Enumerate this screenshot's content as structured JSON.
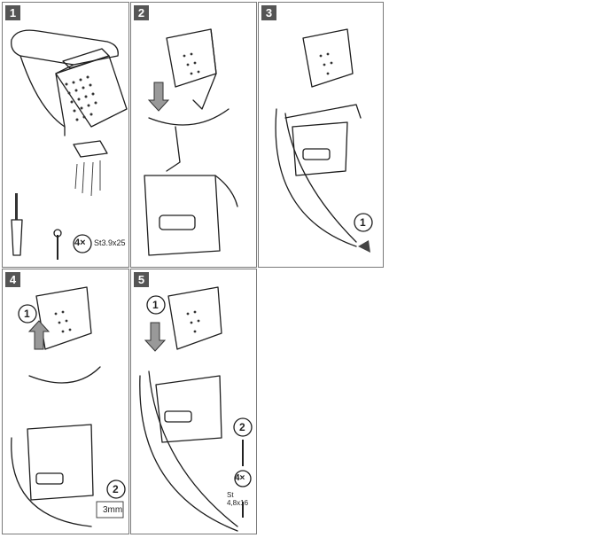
{
  "steps": [
    {
      "number": "1"
    },
    {
      "number": "2"
    },
    {
      "number": "3"
    },
    {
      "number": "4"
    },
    {
      "number": "5"
    }
  ],
  "step1": {
    "screw_count": "4×",
    "screw_spec": "St3.9x25"
  },
  "step3": {
    "callout": "1"
  },
  "step4": {
    "callout_1": "1",
    "callout_2": "2",
    "gap": "3mm"
  },
  "step5": {
    "callout_1": "1",
    "callout_2": "2",
    "screw_count": "4×",
    "screw_spec": "St 4,8x16"
  }
}
